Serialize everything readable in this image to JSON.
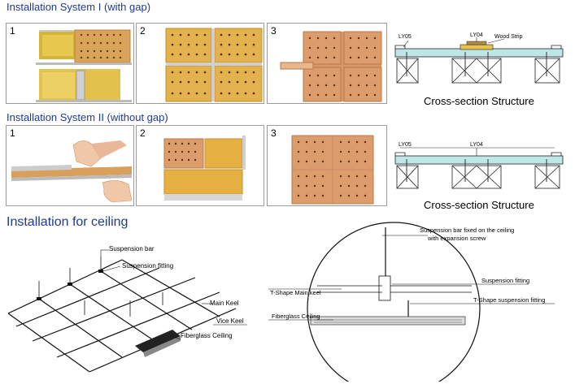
{
  "headings": {
    "system1": "Installation System I (with gap)",
    "system2": "Installation System II (without gap)",
    "ceiling": "Installation for ceiling"
  },
  "system1": {
    "steps": [
      "1",
      "2",
      "3"
    ],
    "cross_section": {
      "title": "Cross-section Structure",
      "labels": {
        "ly05": "LY05",
        "ly04": "LY04",
        "wood_strip": "Wood Strip"
      }
    }
  },
  "system2": {
    "steps": [
      "1",
      "2",
      "3"
    ],
    "cross_section": {
      "title": "Cross-section Structure",
      "labels": {
        "ly05": "LY05",
        "ly04": "LY04"
      }
    }
  },
  "ceiling": {
    "grid_labels": {
      "suspension_bar": "Suspension bar",
      "suspension_fitting": "Suspension fitting",
      "main_keel": "Main Keel",
      "vice_keel": "Vice Keel",
      "fiberglass_ceiling": "Fiberglass Ceiling"
    },
    "detail_labels": {
      "suspension_bar_line1": "Suspension bar fixed on the ceiling",
      "suspension_bar_line2": "with expansion screw",
      "suspension_fitting": "Suspension fitting",
      "t_main_keel": "T-Shape Main keel",
      "t_suspension_fitting": "T-Shape suspension fitting",
      "fiberglass_ceiling": "Fiberglass Ceiling"
    }
  },
  "colors": {
    "heading": "#1f3b8f",
    "panel": "#d9a35a",
    "panel_dark": "#c98c3c",
    "section_fill": "#bfe6e6"
  }
}
